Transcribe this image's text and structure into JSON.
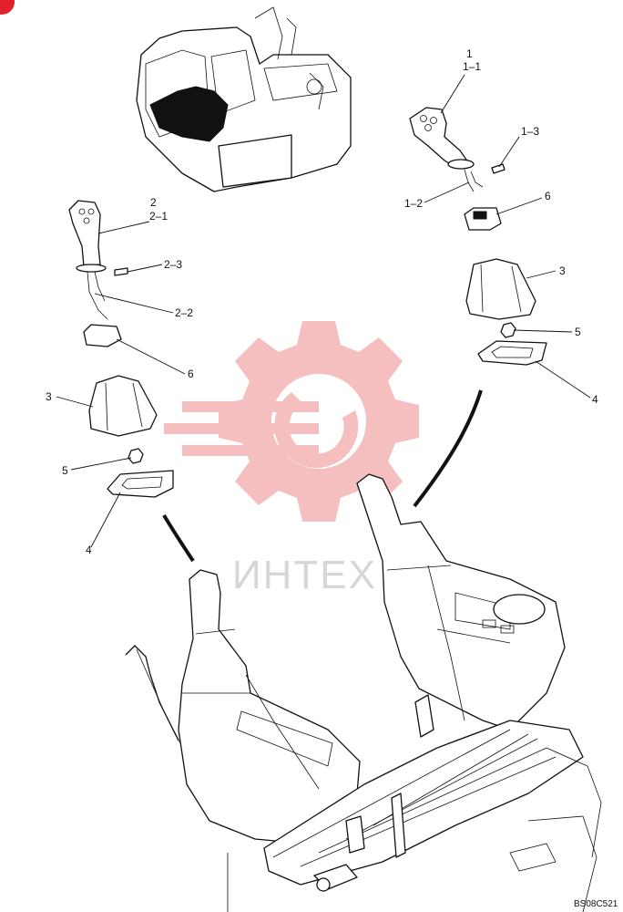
{
  "watermark": {
    "text": "ИНТЕХ",
    "gear_color": "#f5b5b5",
    "text_color": "#d0d0d0"
  },
  "drawing_code": "BS08C521",
  "corner_marker_color": "#e0202a",
  "callouts": {
    "right_assembly": "1",
    "right_grip": "1–1",
    "right_wire": "1–2",
    "right_pin": "1–3",
    "left_assembly": "2",
    "left_grip": "2–1",
    "left_wire": "2–2",
    "left_pin": "2–3",
    "boot_right": "3",
    "boot_left": "3",
    "plate_right": "4",
    "plate_left": "4",
    "nut_right": "5",
    "nut_left": "5",
    "cover_right": "6",
    "cover_left": "6"
  }
}
